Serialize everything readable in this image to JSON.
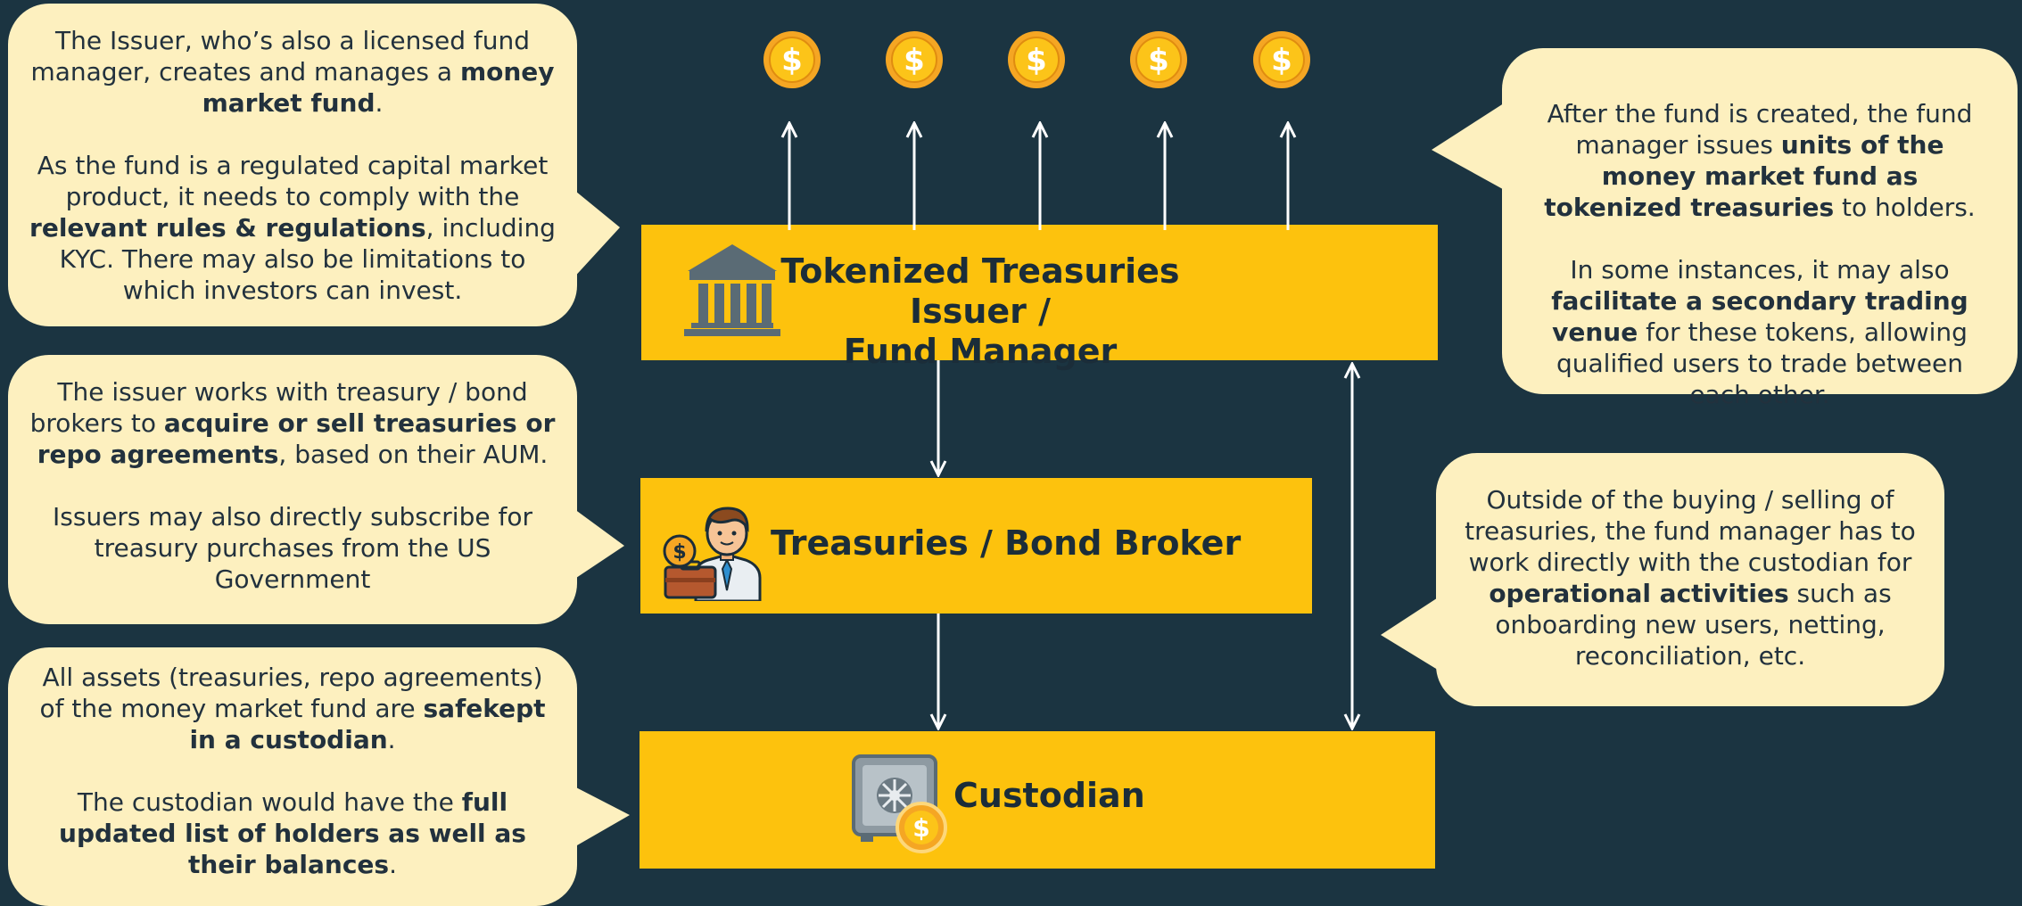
{
  "left_bubbles": [
    {
      "paragraphs": [
        [
          {
            "t": "The Issuer, who’s also a licensed fund manager, creates and manages a ",
            "b": false
          },
          {
            "t": "money market fund",
            "b": true
          },
          {
            "t": ".",
            "b": false
          }
        ],
        [
          {
            "t": "As the fund is a regulated capital market product, it needs to comply with the ",
            "b": false
          },
          {
            "t": "relevant rules & regulations",
            "b": true
          },
          {
            "t": ", including KYC. There may also be limitations to which investors can invest.",
            "b": false
          }
        ]
      ]
    },
    {
      "paragraphs": [
        [
          {
            "t": "The issuer works with treasury / bond brokers to ",
            "b": false
          },
          {
            "t": "acquire or sell treasuries or repo agreements",
            "b": true
          },
          {
            "t": ", based on their AUM.",
            "b": false
          }
        ],
        [
          {
            "t": "Issuers may also directly subscribe for treasury purchases from the US Government",
            "b": false
          }
        ]
      ]
    },
    {
      "paragraphs": [
        [
          {
            "t": "All assets (treasuries, repo agreements) of the money market fund are ",
            "b": false
          },
          {
            "t": "safekept in a custodian",
            "b": true
          },
          {
            "t": ".",
            "b": false
          }
        ],
        [
          {
            "t": "The custodian would have the ",
            "b": false
          },
          {
            "t": "full updated list of holders as well as their balances",
            "b": true
          },
          {
            "t": ".",
            "b": false
          }
        ]
      ]
    }
  ],
  "right_bubbles": [
    {
      "paragraphs": [
        [
          {
            "t": "After the fund is created, the fund manager issues ",
            "b": false
          },
          {
            "t": "units of the money market fund as tokenized treasuries",
            "b": true
          },
          {
            "t": " to holders.",
            "b": false
          }
        ],
        [
          {
            "t": "In some instances, it may also ",
            "b": false
          },
          {
            "t": "facilitate a secondary trading venue",
            "b": true
          },
          {
            "t": " for these tokens, allowing qualified users to trade between each other.",
            "b": false
          }
        ]
      ]
    },
    {
      "paragraphs": [
        [
          {
            "t": "Outside of the buying / selling of treasuries, the fund manager has to work directly with the custodian for ",
            "b": false
          },
          {
            "t": "operational activities",
            "b": true
          },
          {
            "t": " such as onboarding new users, netting, reconciliation, etc.",
            "b": false
          }
        ]
      ]
    }
  ],
  "boxes": {
    "issuer": {
      "line1": "Tokenized Treasuries Issuer /",
      "line2": "Fund Manager",
      "icon": "bank-icon"
    },
    "broker": {
      "label": "Treasuries / Bond Broker",
      "icon": "broker-person-icon"
    },
    "custodian": {
      "label": "Custodian",
      "icon": "safe-icon"
    }
  },
  "coins": {
    "symbol": "$",
    "count": 5,
    "icon": "dollar-coin-icon"
  },
  "colors": {
    "background": "#1b3441",
    "box": "#fdc20d",
    "bubble": "#fdf0bf",
    "text": "#22313d",
    "arrow": "#ffffff",
    "coin_outer": "#f5a623",
    "coin_inner": "#fcc419"
  }
}
